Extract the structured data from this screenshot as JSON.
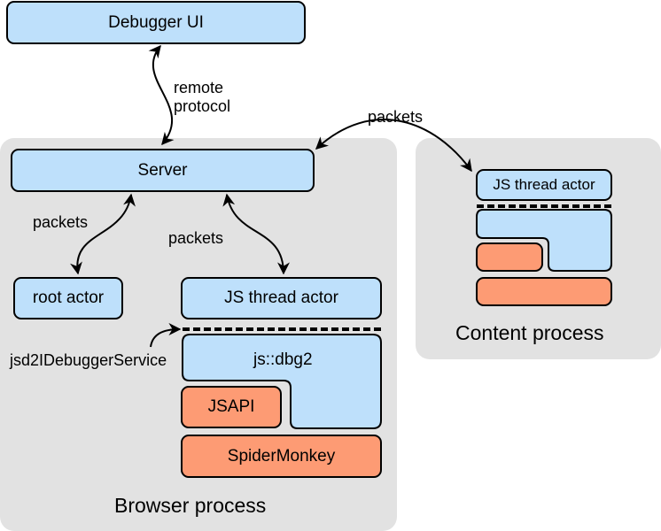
{
  "debugger_ui": "Debugger UI",
  "remote_protocol": [
    "remote",
    "protocol"
  ],
  "packets": "packets",
  "server": "Server",
  "root_actor": "root actor",
  "js_thread_actor": "JS thread actor",
  "jsd2_service": "jsd2IDebuggerService",
  "js_dbg2": "js::dbg2",
  "jsapi": "JSAPI",
  "spidermonkey": "SpiderMonkey",
  "browser_process": "Browser process",
  "content_process": "Content process",
  "colors": {
    "blue": "#bee0fb",
    "orange": "#fd9b74",
    "panel": "#e2e2e2"
  }
}
